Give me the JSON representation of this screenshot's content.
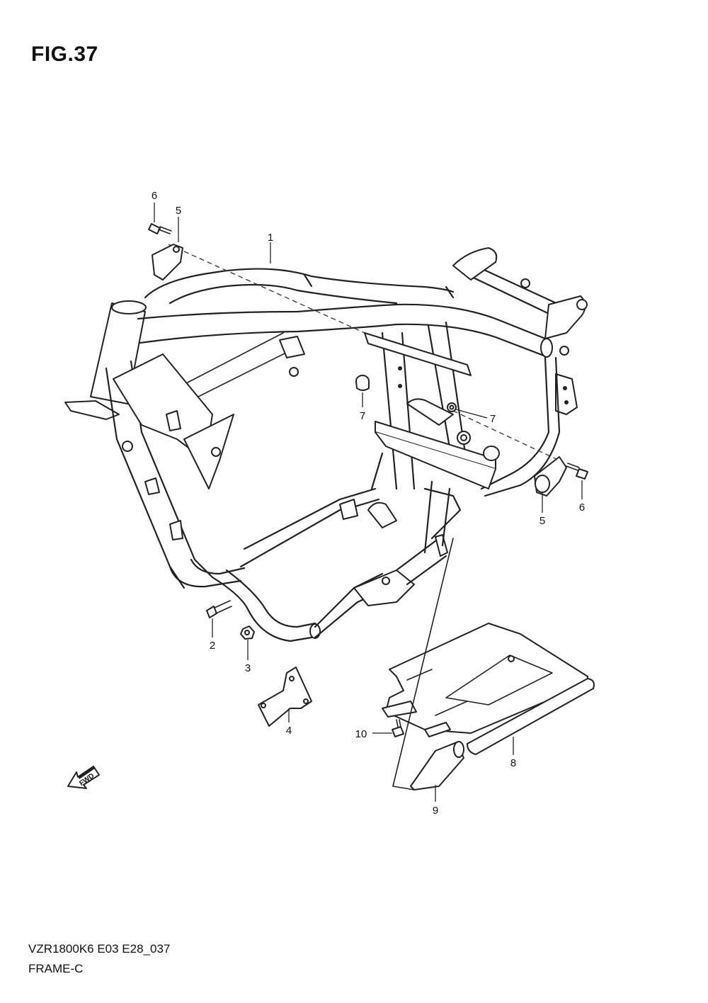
{
  "figure": {
    "title": "FIG.37",
    "model_code": "VZR1800K6 E03 E28_037",
    "name": "FRAME-C"
  },
  "callouts": [
    {
      "id": "1",
      "label": "1"
    },
    {
      "id": "2",
      "label": "2"
    },
    {
      "id": "3",
      "label": "3"
    },
    {
      "id": "4",
      "label": "4"
    },
    {
      "id": "5a",
      "label": "5"
    },
    {
      "id": "5b",
      "label": "5"
    },
    {
      "id": "6a",
      "label": "6"
    },
    {
      "id": "6b",
      "label": "6"
    },
    {
      "id": "7a",
      "label": "7"
    },
    {
      "id": "7b",
      "label": "7"
    },
    {
      "id": "8",
      "label": "8"
    },
    {
      "id": "9",
      "label": "9"
    },
    {
      "id": "10",
      "label": "10"
    }
  ],
  "fwd_label": "FWD"
}
